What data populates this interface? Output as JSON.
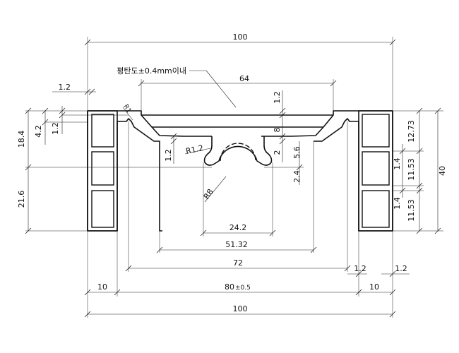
{
  "note": {
    "flatness": "평탄도±0.4mm이내"
  },
  "dims": {
    "overall_top": "100",
    "overall_bottom": "100",
    "top_plate": "64",
    "wall_left": "1.2",
    "lip_height": "1.2",
    "left_total": "18.4",
    "left_sub_a": "4.2",
    "left_sub_b": "1.2",
    "left_lower": "21.6",
    "radius_r1": "R1",
    "radius_r12": "R1.2",
    "radius_r8": "R8",
    "center_upper": "8",
    "center_gap": "2",
    "center_56": "5.6",
    "center_24": "2.4",
    "center_12": "1.2",
    "right_1273": "12.73",
    "right_14a": "1.4",
    "right_1153a": "11.53",
    "right_14b": "1.4",
    "right_1153b": "11.53",
    "right_total": "40",
    "w_242": "24.2",
    "w_5132": "51.32",
    "w_72": "72",
    "w_12a": "1.2",
    "w_12b": "1.2",
    "w_10_left": "10",
    "w_80": "80",
    "w_80_tol": "±0.5",
    "w_10_right": "10"
  }
}
